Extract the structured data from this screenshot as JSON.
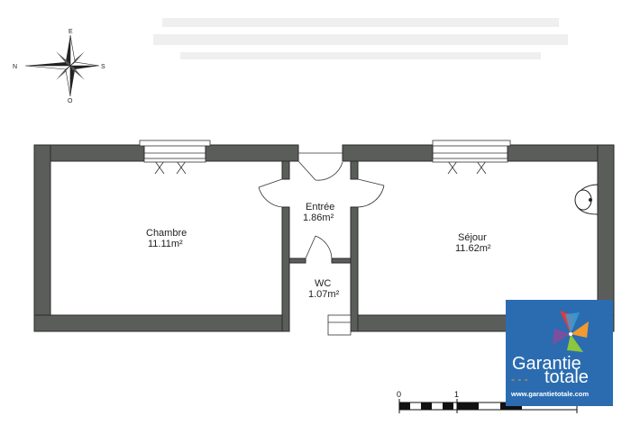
{
  "compass": {
    "north": "N",
    "east": "E",
    "south": "S",
    "west": "O"
  },
  "rooms": [
    {
      "name": "Chambre",
      "area": "11.11m²"
    },
    {
      "name": "Entrée",
      "area": "1.86m²"
    },
    {
      "name": "WC",
      "area": "1.07m²"
    },
    {
      "name": "Séjour",
      "area": "11.62m²"
    }
  ],
  "scale": {
    "start": "0",
    "mid": "1"
  },
  "logo": {
    "line1": "Garantie",
    "line2": "totale",
    "url": "www.garantietotale.com",
    "colors": {
      "background": "#2b6cb0",
      "red": "#e03a3a",
      "orange": "#f29a2e",
      "green": "#8dc63f",
      "purple": "#7b4fa0",
      "blue": "#3aa0d8"
    }
  },
  "colors": {
    "wall": "#5a5d5a",
    "wall_outline": "#2b2b2b",
    "line": "#333333"
  }
}
